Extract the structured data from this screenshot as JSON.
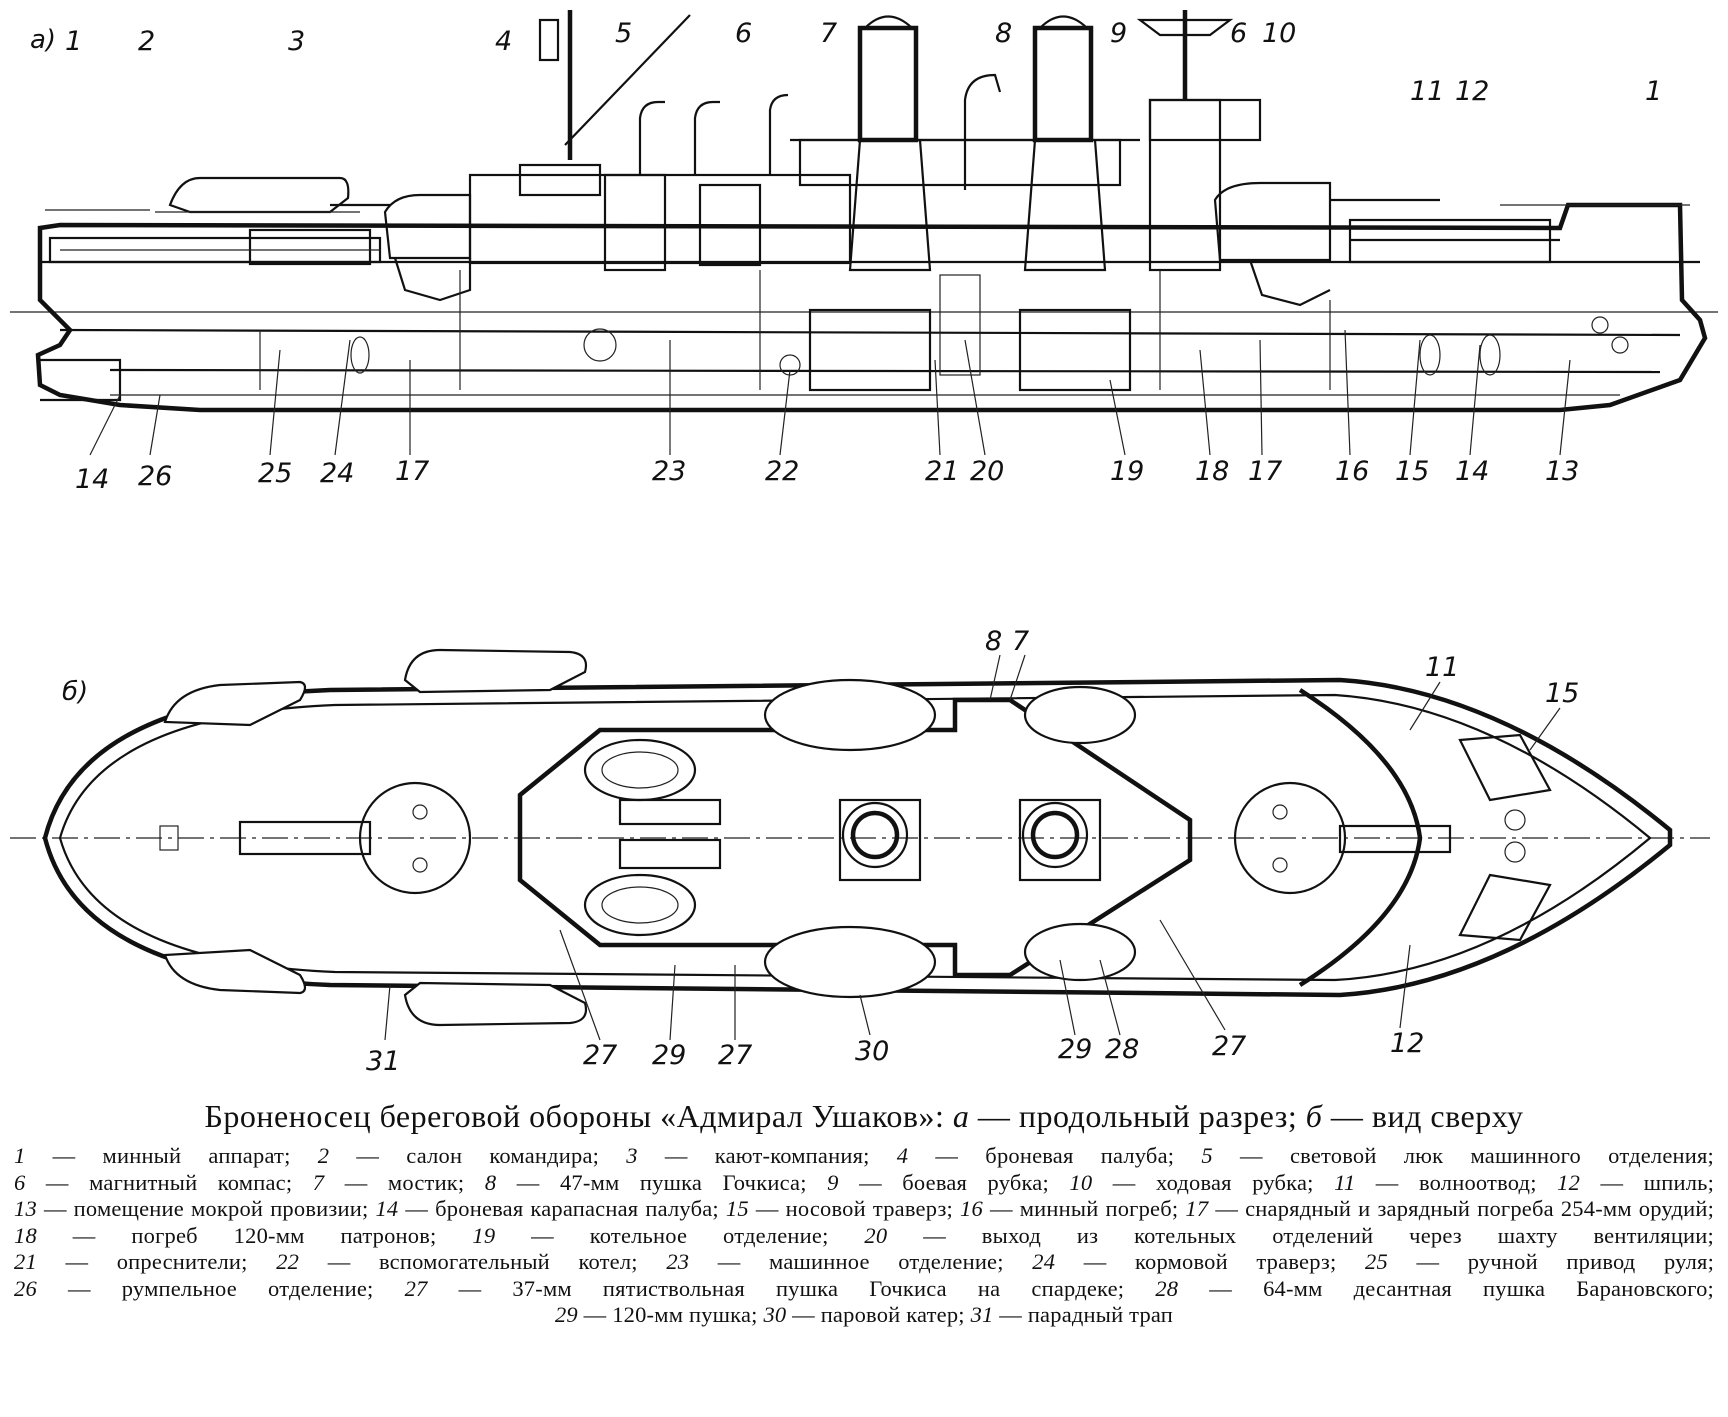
{
  "panels": {
    "a": "а)",
    "b": "б)"
  },
  "side_view_labels": {
    "top": [
      "1",
      "2",
      "3",
      "4",
      "5",
      "6",
      "7",
      "8",
      "9",
      "6",
      "10",
      "11",
      "12",
      "1"
    ],
    "bottom": [
      "14",
      "26",
      "25",
      "24",
      "17",
      "23",
      "22",
      "21",
      "20",
      "19",
      "18",
      "17",
      "16",
      "15",
      "14",
      "13"
    ]
  },
  "plan_view_labels": {
    "top": [
      "8",
      "7",
      "11",
      "15"
    ],
    "bottom": [
      "31",
      "27",
      "29",
      "27",
      "30",
      "29",
      "28",
      "27",
      "12"
    ]
  },
  "caption": {
    "title_pre": "Броненосец береговой обороны «Адмирал Ушаков»: ",
    "title_a": "а",
    "title_mid": " — продольный разрез; ",
    "title_b": "б",
    "title_post": " — вид сверху"
  },
  "legend": [
    {
      "n": "1",
      "t": "минный аппарат;"
    },
    {
      "n": "2",
      "t": "салон командира;"
    },
    {
      "n": "3",
      "t": "кают-компания;"
    },
    {
      "n": "4",
      "t": "броневая палуба;"
    },
    {
      "n": "5",
      "t": "световой люк машинного отделения;"
    },
    {
      "n": "6",
      "t": "магнитный компас;"
    },
    {
      "n": "7",
      "t": "мостик;"
    },
    {
      "n": "8",
      "t": "47-мм пушка Гочкиса;"
    },
    {
      "n": "9",
      "t": "боевая рубка;"
    },
    {
      "n": "10",
      "t": "ходовая рубка;"
    },
    {
      "n": "11",
      "t": "волноотвод;"
    },
    {
      "n": "12",
      "t": "шпиль;"
    },
    {
      "n": "13",
      "t": "помещение мокрой провизии;"
    },
    {
      "n": "14",
      "t": "броневая карапасная палуба;"
    },
    {
      "n": "15",
      "t": "носовой траверз;"
    },
    {
      "n": "16",
      "t": "минный погреб;"
    },
    {
      "n": "17",
      "t": "снарядный и зарядный погреба 254-мм орудий;"
    },
    {
      "n": "18",
      "t": "погреб 120-мм патронов;"
    },
    {
      "n": "19",
      "t": "котельное отделение;"
    },
    {
      "n": "20",
      "t": "выход из котельных отделений через шахту вентиляции;"
    },
    {
      "n": "21",
      "t": "опреснители;"
    },
    {
      "n": "22",
      "t": "вспомогательный котел;"
    },
    {
      "n": "23",
      "t": "машинное отделение;"
    },
    {
      "n": "24",
      "t": "кормовой траверз;"
    },
    {
      "n": "25",
      "t": "ручной привод руля;"
    },
    {
      "n": "26",
      "t": "румпельное отделение;"
    },
    {
      "n": "27",
      "t": "37-мм пятиствольная пушка Гочкиса на спардеке;"
    },
    {
      "n": "28",
      "t": "64-мм десантная пушка Барановского;"
    },
    {
      "n": "29",
      "t": "120-мм пушка;"
    },
    {
      "n": "30",
      "t": "паровой катер;"
    },
    {
      "n": "31",
      "t": "парадный трап"
    }
  ],
  "legend_separator": " — "
}
